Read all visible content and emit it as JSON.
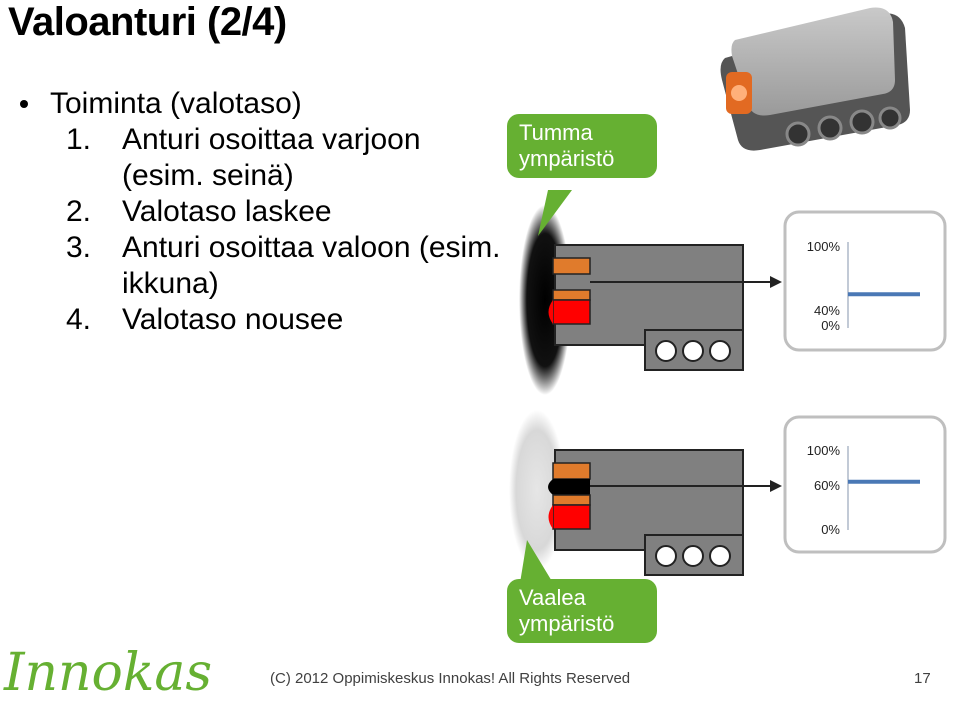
{
  "slide": {
    "title": "Valoanturi (2/4)",
    "bullet": "Toiminta (valotaso)",
    "steps": [
      {
        "num": "1.",
        "text": "Anturi osoittaa varjoon (esim. seinä)"
      },
      {
        "num": "2.",
        "text": "Valotaso laskee"
      },
      {
        "num": "3.",
        "text": "Anturi osoittaa valoon (esim. ikkuna)"
      },
      {
        "num": "4.",
        "text": "Valotaso nousee"
      }
    ],
    "callout_dark": "Tumma ympäristö",
    "callout_light": "Vaalea ympäristö",
    "graph_dark": {
      "top_label": "100%",
      "level_label": "40%",
      "zero_label": "0%",
      "level": 0.4
    },
    "graph_light": {
      "top_label": "100%",
      "level_label": "60%",
      "zero_label": "0%",
      "level": 0.6
    },
    "footer_copyright": "(C) 2012 Oppimiskeskus Innokas! All Rights Reserved",
    "page_number": "17",
    "logo_text": "Innokas",
    "colors": {
      "accent_green": "#66b032",
      "graph_line": "#4a78b5",
      "sensor_red": "#ff0000",
      "sensor_orange": "#e07b2c"
    }
  }
}
